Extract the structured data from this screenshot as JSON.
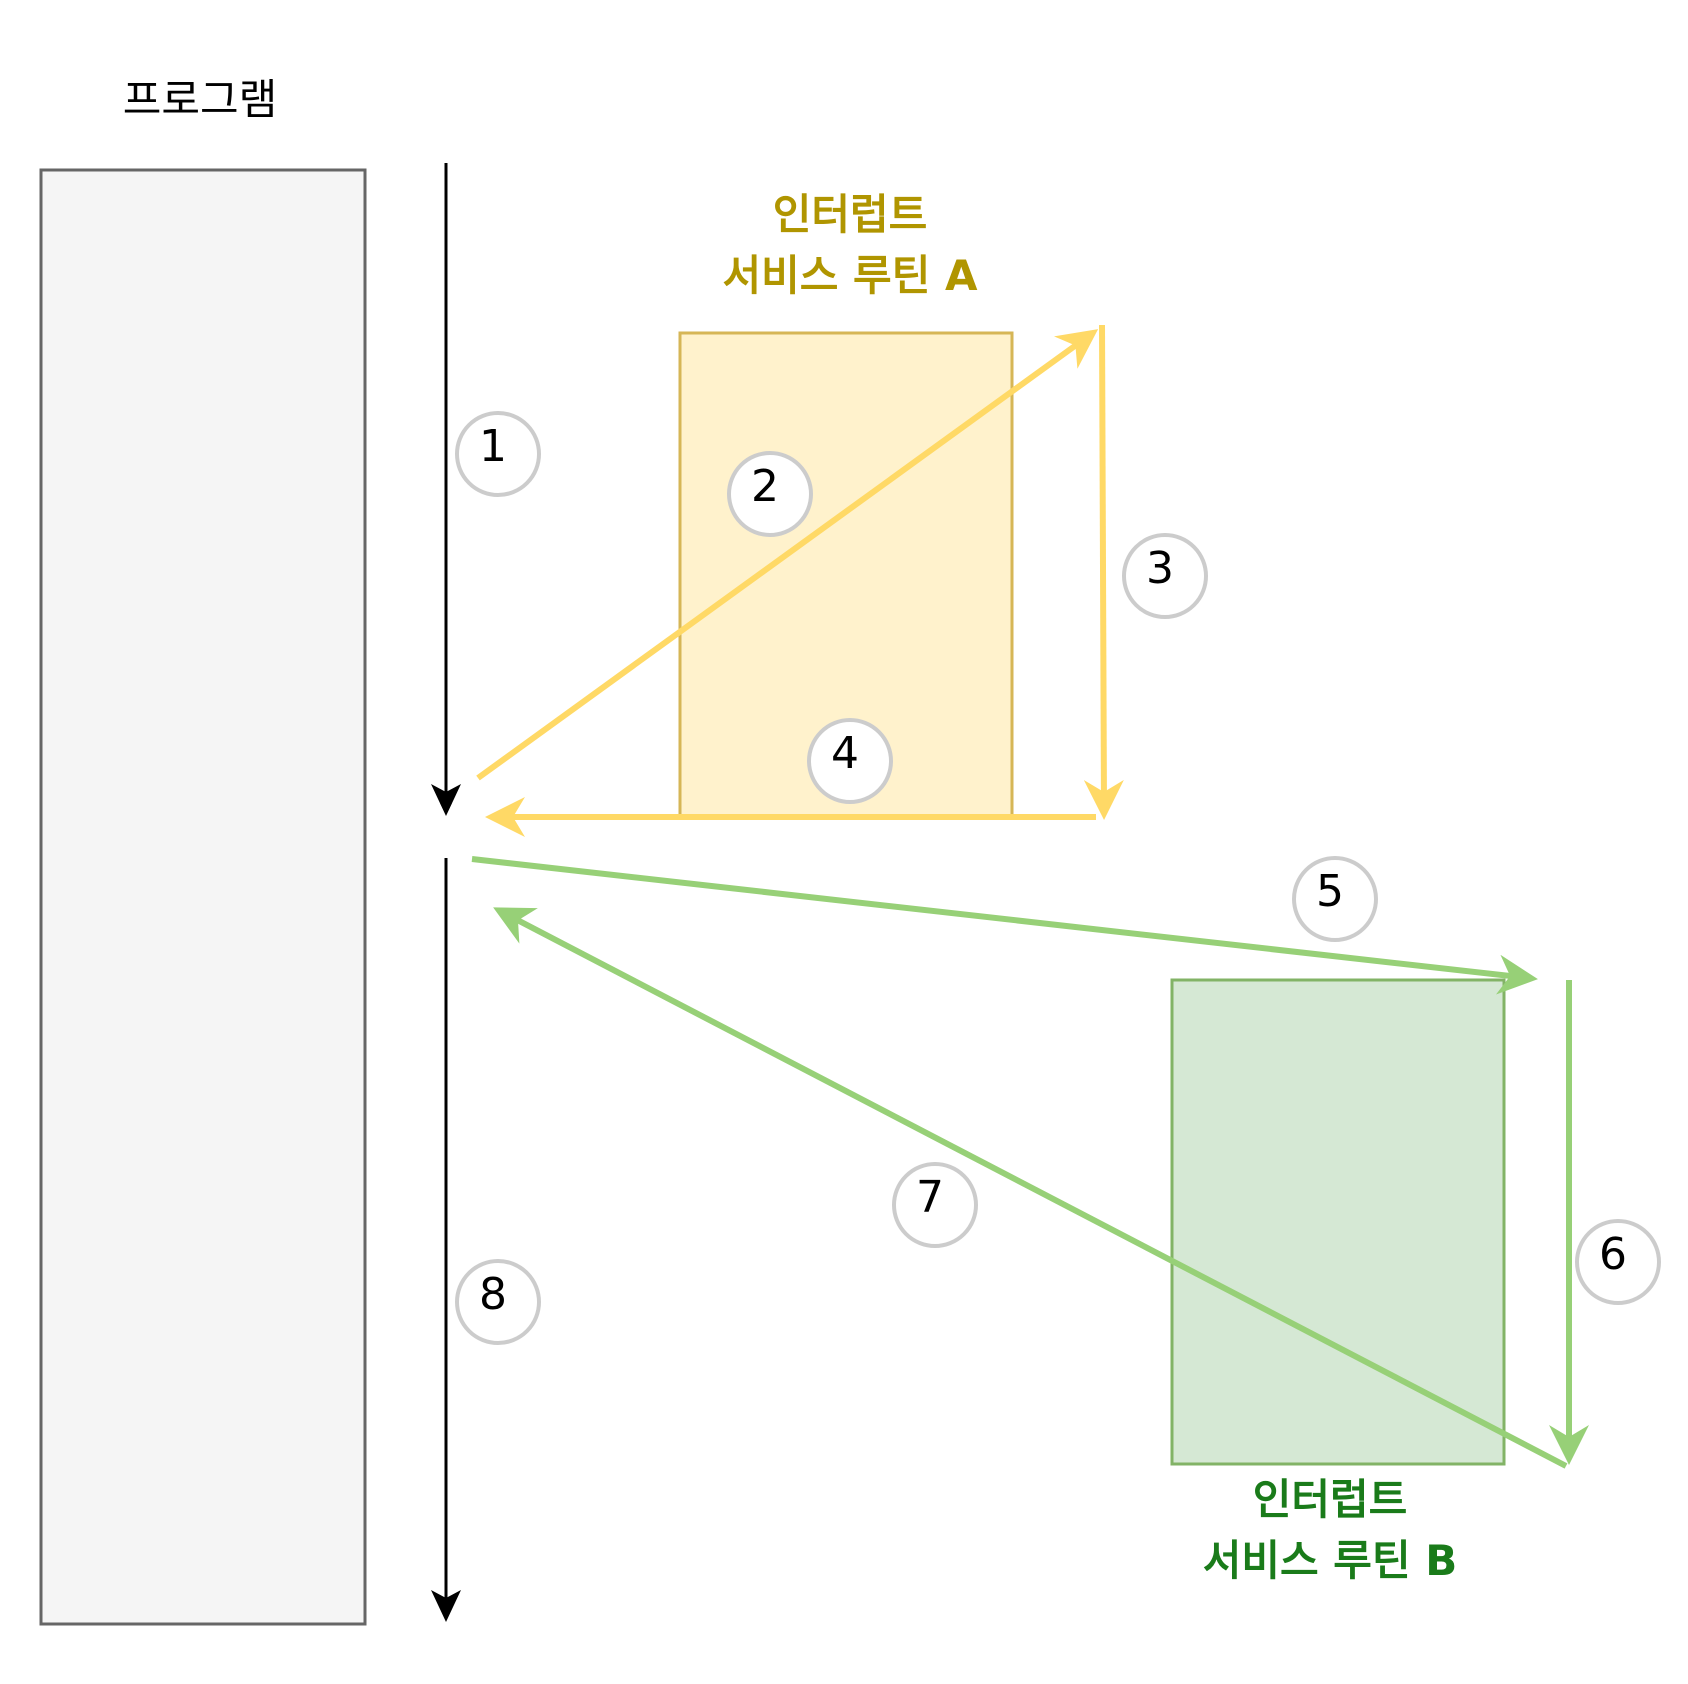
{
  "program": {
    "label": "프로그램"
  },
  "isr_a": {
    "line1": "인터럽트",
    "line2": "서비스 루틴 A",
    "text_color": "#b09500",
    "fill": "#fff2cc",
    "stroke": "#d6b656",
    "arrow_color": "#ffd966"
  },
  "isr_b": {
    "line1": "인터럽트",
    "line2": "서비스 루틴 B",
    "text_color": "#1a7b1a",
    "fill": "#d5e8d4",
    "stroke": "#82b366",
    "arrow_color": "#97d077"
  },
  "steps": [
    "1",
    "2",
    "3",
    "4",
    "5",
    "6",
    "7",
    "8"
  ],
  "colors": {
    "program_fill": "#f5f5f5",
    "program_stroke": "#666666",
    "flow_arrow": "#000000",
    "step_circle": "#cccccc"
  }
}
